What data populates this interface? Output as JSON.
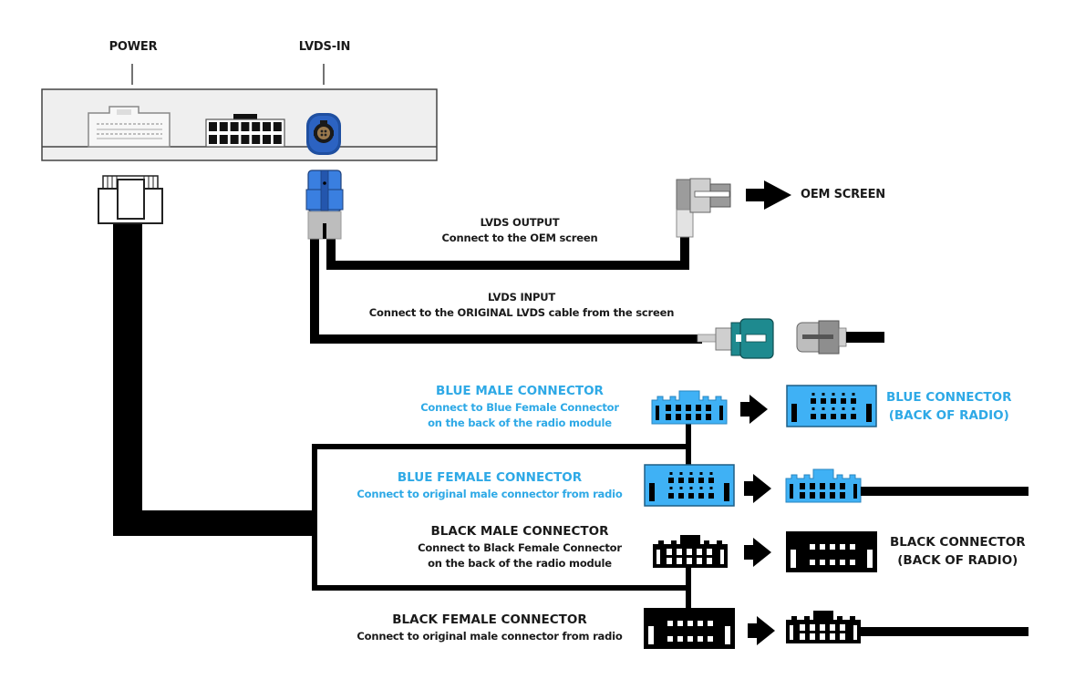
{
  "colors": {
    "blue_text": "#2ea9e6",
    "blue_connector": "#3fb1f5",
    "lvds_blue": "#2f6fd6",
    "teal": "#1e8a8f",
    "black": "#000000",
    "grey": "#bdbdbd"
  },
  "module": {
    "power_label": "POWER",
    "lvds_in_label": "LVDS-IN"
  },
  "lvds_output": {
    "title": "LVDS OUTPUT",
    "subtitle": "Connect to the OEM screen",
    "destination": "OEM SCREEN"
  },
  "lvds_input": {
    "title": "LVDS INPUT",
    "subtitle": "Connect to the ORIGINAL LVDS cable from the screen"
  },
  "blue_male": {
    "title": "BLUE MALE CONNECTOR",
    "line1": "Connect to Blue Female Connector",
    "line2": "on the back of the radio module"
  },
  "blue_target": {
    "line1": "BLUE CONNECTOR",
    "line2": "(BACK OF RADIO)"
  },
  "blue_female": {
    "title": "BLUE FEMALE CONNECTOR",
    "line1": "Connect to original male connector from radio"
  },
  "black_male": {
    "title": "BLACK MALE CONNECTOR",
    "line1": "Connect to Black Female Connector",
    "line2": "on the back of the radio module"
  },
  "black_target": {
    "line1": "BLACK CONNECTOR",
    "line2": "(BACK OF RADIO)"
  },
  "black_female": {
    "title": "BLACK FEMALE CONNECTOR",
    "line1": "Connect to original male connector from radio"
  }
}
